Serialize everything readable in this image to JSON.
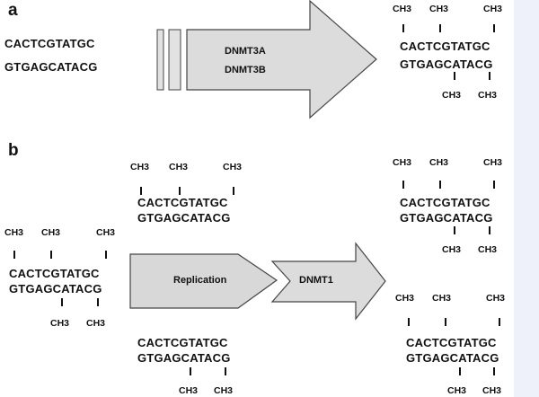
{
  "panel_a": {
    "letter": "a",
    "input": {
      "top": "CACTCGTATGC",
      "bottom": "GTGAGCATACG"
    },
    "enzyme_1": "DNMT3A",
    "enzyme_2": "DNMT3B",
    "output": {
      "top": "CACTCGTATGC",
      "bottom": "GTGAGCATACG",
      "methyl": "CH3"
    }
  },
  "panel_b": {
    "letter": "b",
    "parent": {
      "top": "CACTCGTATGC",
      "bottom": "GTGAGCATACG",
      "methyl": "CH3"
    },
    "replication_label": "Replication",
    "daughter_top": {
      "top": "CACTCGTATGC",
      "bottom": "GTGAGCATACG",
      "methyl": "CH3"
    },
    "daughter_bottom": {
      "top": "CACTCGTATGC",
      "bottom": "GTGAGCATACG",
      "methyl": "CH3"
    },
    "enzyme": "DNMT1",
    "result_top": {
      "top": "CACTCGTATGC",
      "bottom": "GTGAGCATACG",
      "methyl": "CH3"
    },
    "result_bottom": {
      "top": "CACTCGTATGC",
      "bottom": "GTGAGCATACG",
      "methyl": "CH3"
    }
  }
}
